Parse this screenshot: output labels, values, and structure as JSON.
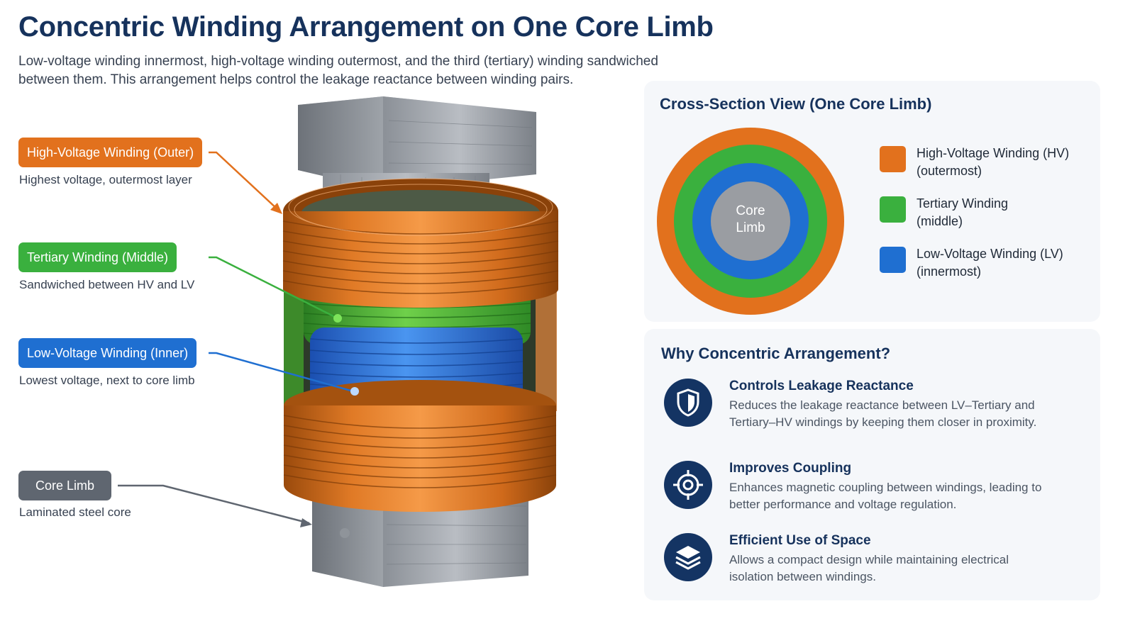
{
  "header": {
    "title": "Concentric Winding Arrangement on One Core Limb",
    "subtitle": "Low-voltage winding innermost, high-voltage winding outermost, and the third (tertiary) winding sandwiched between them. This arrangement helps control the leakage reactance between winding pairs."
  },
  "callouts": {
    "hv": {
      "label": "High-Voltage Winding (Outer)",
      "desc": "Highest voltage, outermost layer",
      "color": "#e2711d"
    },
    "tertiary": {
      "label": "Tertiary Winding (Middle)",
      "desc": "Sandwiched between HV and LV",
      "color": "#3ab03e"
    },
    "lv": {
      "label": "Low-Voltage Winding (Inner)",
      "desc": "Lowest voltage, next to core limb",
      "color": "#1f6fd1"
    },
    "core": {
      "label": "Core Limb",
      "desc": "Laminated steel core",
      "color": "#5f6670"
    }
  },
  "cross_section": {
    "title": "Cross-Section View (One Core Limb)",
    "center_label_line1": "Core",
    "center_label_line2": "Limb",
    "rings_outer_to_inner": [
      "#e2711d",
      "#3ab03e",
      "#1f6fd1",
      "#9a9da2"
    ],
    "legend": [
      {
        "line1": "High-Voltage Winding (HV)",
        "line2": "(outermost)",
        "color": "#e2711d"
      },
      {
        "line1": "Tertiary Winding",
        "line2": "(middle)",
        "color": "#3ab03e"
      },
      {
        "line1": "Low-Voltage Winding (LV)",
        "line2": "(innermost)",
        "color": "#1f6fd1"
      }
    ]
  },
  "why": {
    "title": "Why Concentric Arrangement?",
    "items": [
      {
        "icon": "shield-icon",
        "heading": "Controls Leakage Reactance",
        "body": "Reduces the leakage reactance between LV–Tertiary and Tertiary–HV windings by keeping them closer in proximity."
      },
      {
        "icon": "target-icon",
        "heading": "Improves Coupling",
        "body": "Enhances magnetic coupling between windings, leading to better performance and voltage regulation."
      },
      {
        "icon": "layers-icon",
        "heading": "Efficient Use of Space",
        "body": "Allows a compact design while maintaining electrical isolation between windings."
      }
    ]
  }
}
